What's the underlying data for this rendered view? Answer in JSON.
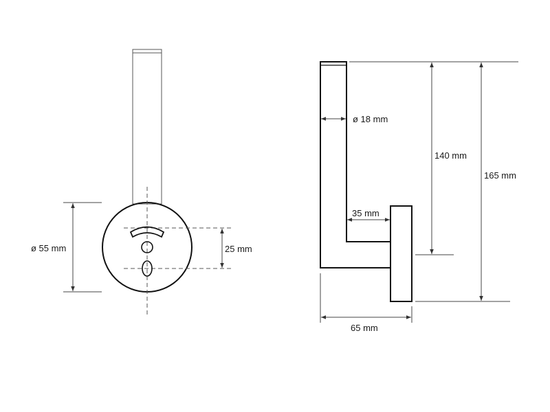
{
  "front_view": {
    "diameter_label": "ø 55 mm",
    "hole_spacing_label": "25 mm"
  },
  "side_view": {
    "rod_diameter_label": "ø 18 mm",
    "height_inner_label": "140 mm",
    "height_total_label": "165 mm",
    "arm_length_label": "35 mm",
    "depth_label": "65 mm"
  }
}
